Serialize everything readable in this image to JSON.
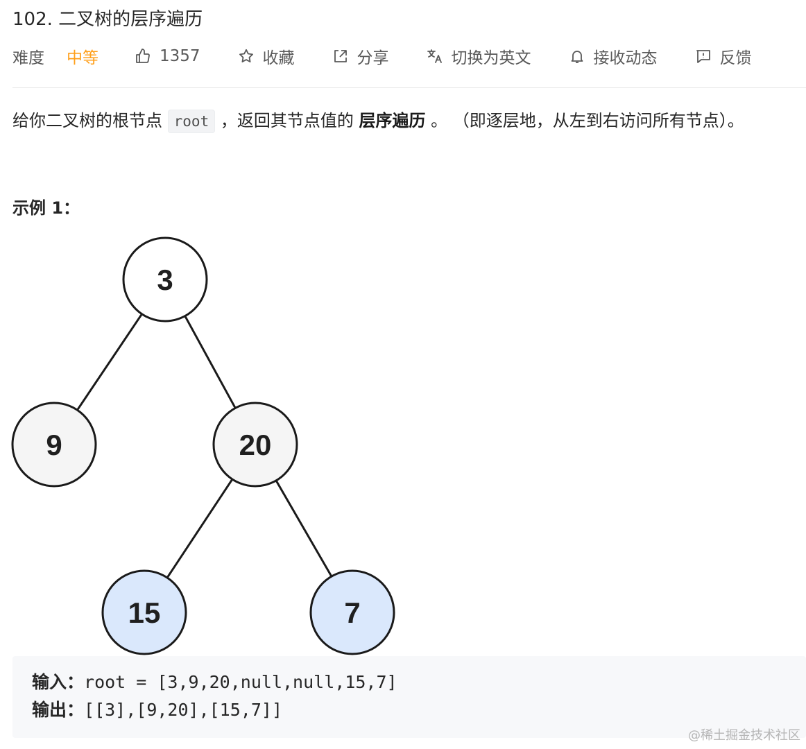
{
  "problem": {
    "title": "102. 二叉树的层序遍历"
  },
  "meta": {
    "difficulty_label": "难度",
    "difficulty_value": "中等",
    "difficulty_color": "#ff9f1a",
    "likes_count": "1357",
    "favorite_label": "收藏",
    "share_label": "分享",
    "translate_label": "切换为英文",
    "notify_label": "接收动态",
    "feedback_label": "反馈"
  },
  "description": {
    "part1": "给你二叉树的根节点 ",
    "code": "root",
    "part2": " ，返回其节点值的 ",
    "bold": "层序遍历",
    "part3": " 。 （即逐层地，从左到右访问所有节点）。"
  },
  "example": {
    "title": "示例 1：",
    "tree": {
      "nodes": [
        {
          "id": "n3",
          "value": "3",
          "fill": "#ffffff"
        },
        {
          "id": "n9",
          "value": "9",
          "fill": "#f5f5f5"
        },
        {
          "id": "n20",
          "value": "20",
          "fill": "#f5f5f5"
        },
        {
          "id": "n15",
          "value": "15",
          "fill": "#dae8fc"
        },
        {
          "id": "n7",
          "value": "7",
          "fill": "#dae8fc"
        }
      ],
      "edges": [
        [
          "n3",
          "n9"
        ],
        [
          "n3",
          "n20"
        ],
        [
          "n20",
          "n15"
        ],
        [
          "n20",
          "n7"
        ]
      ]
    },
    "input_label": "输入：",
    "input_value": "root = [3,9,20,null,null,15,7]",
    "output_label": "输出：",
    "output_value": "[[3],[9,20],[15,7]]"
  },
  "watermark": "@稀土掘金技术社区"
}
